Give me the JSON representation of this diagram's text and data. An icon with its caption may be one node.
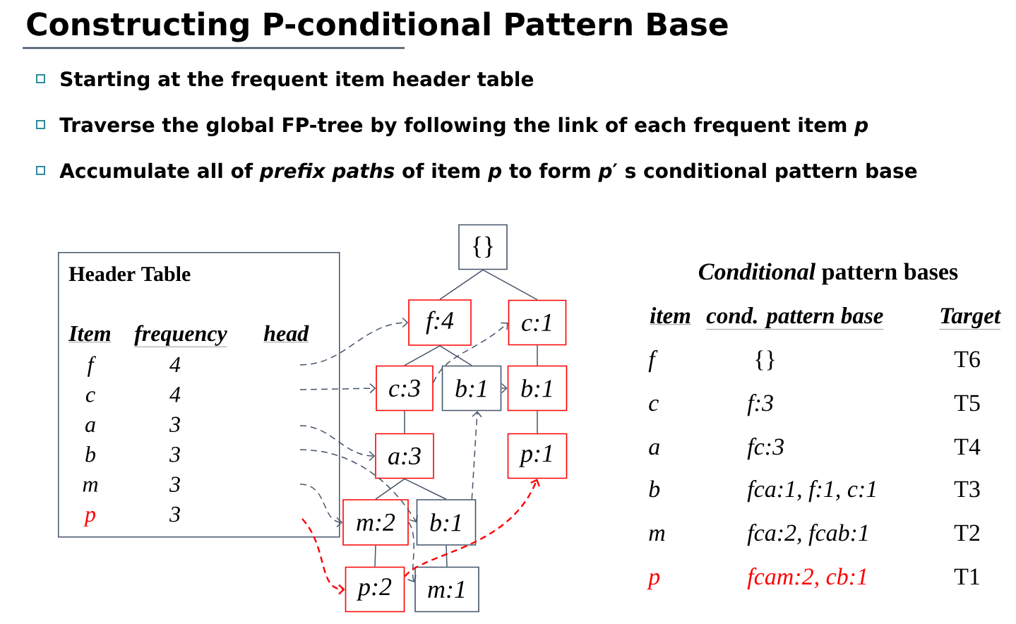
{
  "diagram": {
    "title": "Constructing P-conditional Pattern Base",
    "nodes": [
      {
        "text": [
          "Header Table",
          "Item",
          "frequency",
          "head",
          "f",
          "4",
          "c",
          "4",
          "a",
          "3",
          "b",
          "3",
          "m",
          "3",
          "p",
          "3"
        ]
      },
      {
        "text": [
          "{}"
        ]
      },
      {
        "text": [
          "f:4"
        ]
      },
      {
        "text": [
          "c:1"
        ]
      },
      {
        "text": [
          "c:3"
        ]
      },
      {
        "text": [
          "b:1"
        ]
      },
      {
        "text": [
          "b:1"
        ]
      },
      {
        "text": [
          "a:3"
        ]
      },
      {
        "text": [
          "p:1"
        ]
      },
      {
        "text": [
          "m:2"
        ]
      },
      {
        "text": [
          "b:1"
        ]
      },
      {
        "text": [
          "p:2"
        ]
      },
      {
        "text": [
          "m:1"
        ]
      }
    ],
    "edges": [
      {
        "from": 1,
        "to": 2,
        "arrow": "none"
      },
      {
        "from": 1,
        "to": 3,
        "arrow": "none"
      },
      {
        "from": 2,
        "to": 4,
        "arrow": "none"
      },
      {
        "from": 2,
        "to": 5,
        "arrow": "none"
      },
      {
        "from": 3,
        "to": 6,
        "arrow": "none"
      },
      {
        "from": 4,
        "to": 7,
        "arrow": "none"
      },
      {
        "from": 6,
        "to": 8,
        "arrow": "none"
      },
      {
        "from": 7,
        "to": 9,
        "arrow": "none"
      },
      {
        "from": 7,
        "to": 10,
        "arrow": "none"
      },
      {
        "from": 9,
        "to": 11,
        "arrow": "none"
      },
      {
        "from": 10,
        "to": 12,
        "arrow": "none"
      },
      {
        "from": 0,
        "to": 2,
        "arrow": "to",
        "style": "dashed"
      },
      {
        "from": 0,
        "to": 4,
        "arrow": "to",
        "style": "dashed"
      },
      {
        "from": 4,
        "to": 3,
        "arrow": "to",
        "style": "dashed"
      },
      {
        "from": 0,
        "to": 7,
        "arrow": "to",
        "style": "dashed"
      },
      {
        "from": 0,
        "to": 10,
        "arrow": "to",
        "style": "dashed"
      },
      {
        "from": 10,
        "to": 5,
        "arrow": "to",
        "style": "dashed"
      },
      {
        "from": 5,
        "to": 6,
        "arrow": "to"
      },
      {
        "from": 0,
        "to": 9,
        "arrow": "to",
        "style": "dashed"
      },
      {
        "from": 9,
        "to": 12,
        "arrow": "to",
        "style": "dashed"
      },
      {
        "from": 0,
        "to": 11,
        "arrow": "to",
        "style": "dashed",
        "color": "#ff0000"
      },
      {
        "from": 11,
        "to": 8,
        "arrow": "to",
        "style": "dashed",
        "color": "#ff0000"
      }
    ],
    "labels": [
      "Starting at the frequent item header table",
      "Traverse the global FP-tree by following the link of each frequent item *p*",
      "Accumulate all of *prefix paths* of item *p* to form *p*′ s conditional pattern base",
      "*Conditional* pattern bases",
      "item",
      "cond. pattern base",
      "Target",
      "f",
      "{}",
      "T6",
      "c",
      "f:3",
      "T5",
      "a",
      "fc:3",
      "T4",
      "b",
      "fca:1,  f:1, c:1",
      "T3",
      "m",
      "fca:2,  fcab:1",
      "T2",
      "p",
      "fcam:2,  cb:1",
      "T1"
    ]
  }
}
